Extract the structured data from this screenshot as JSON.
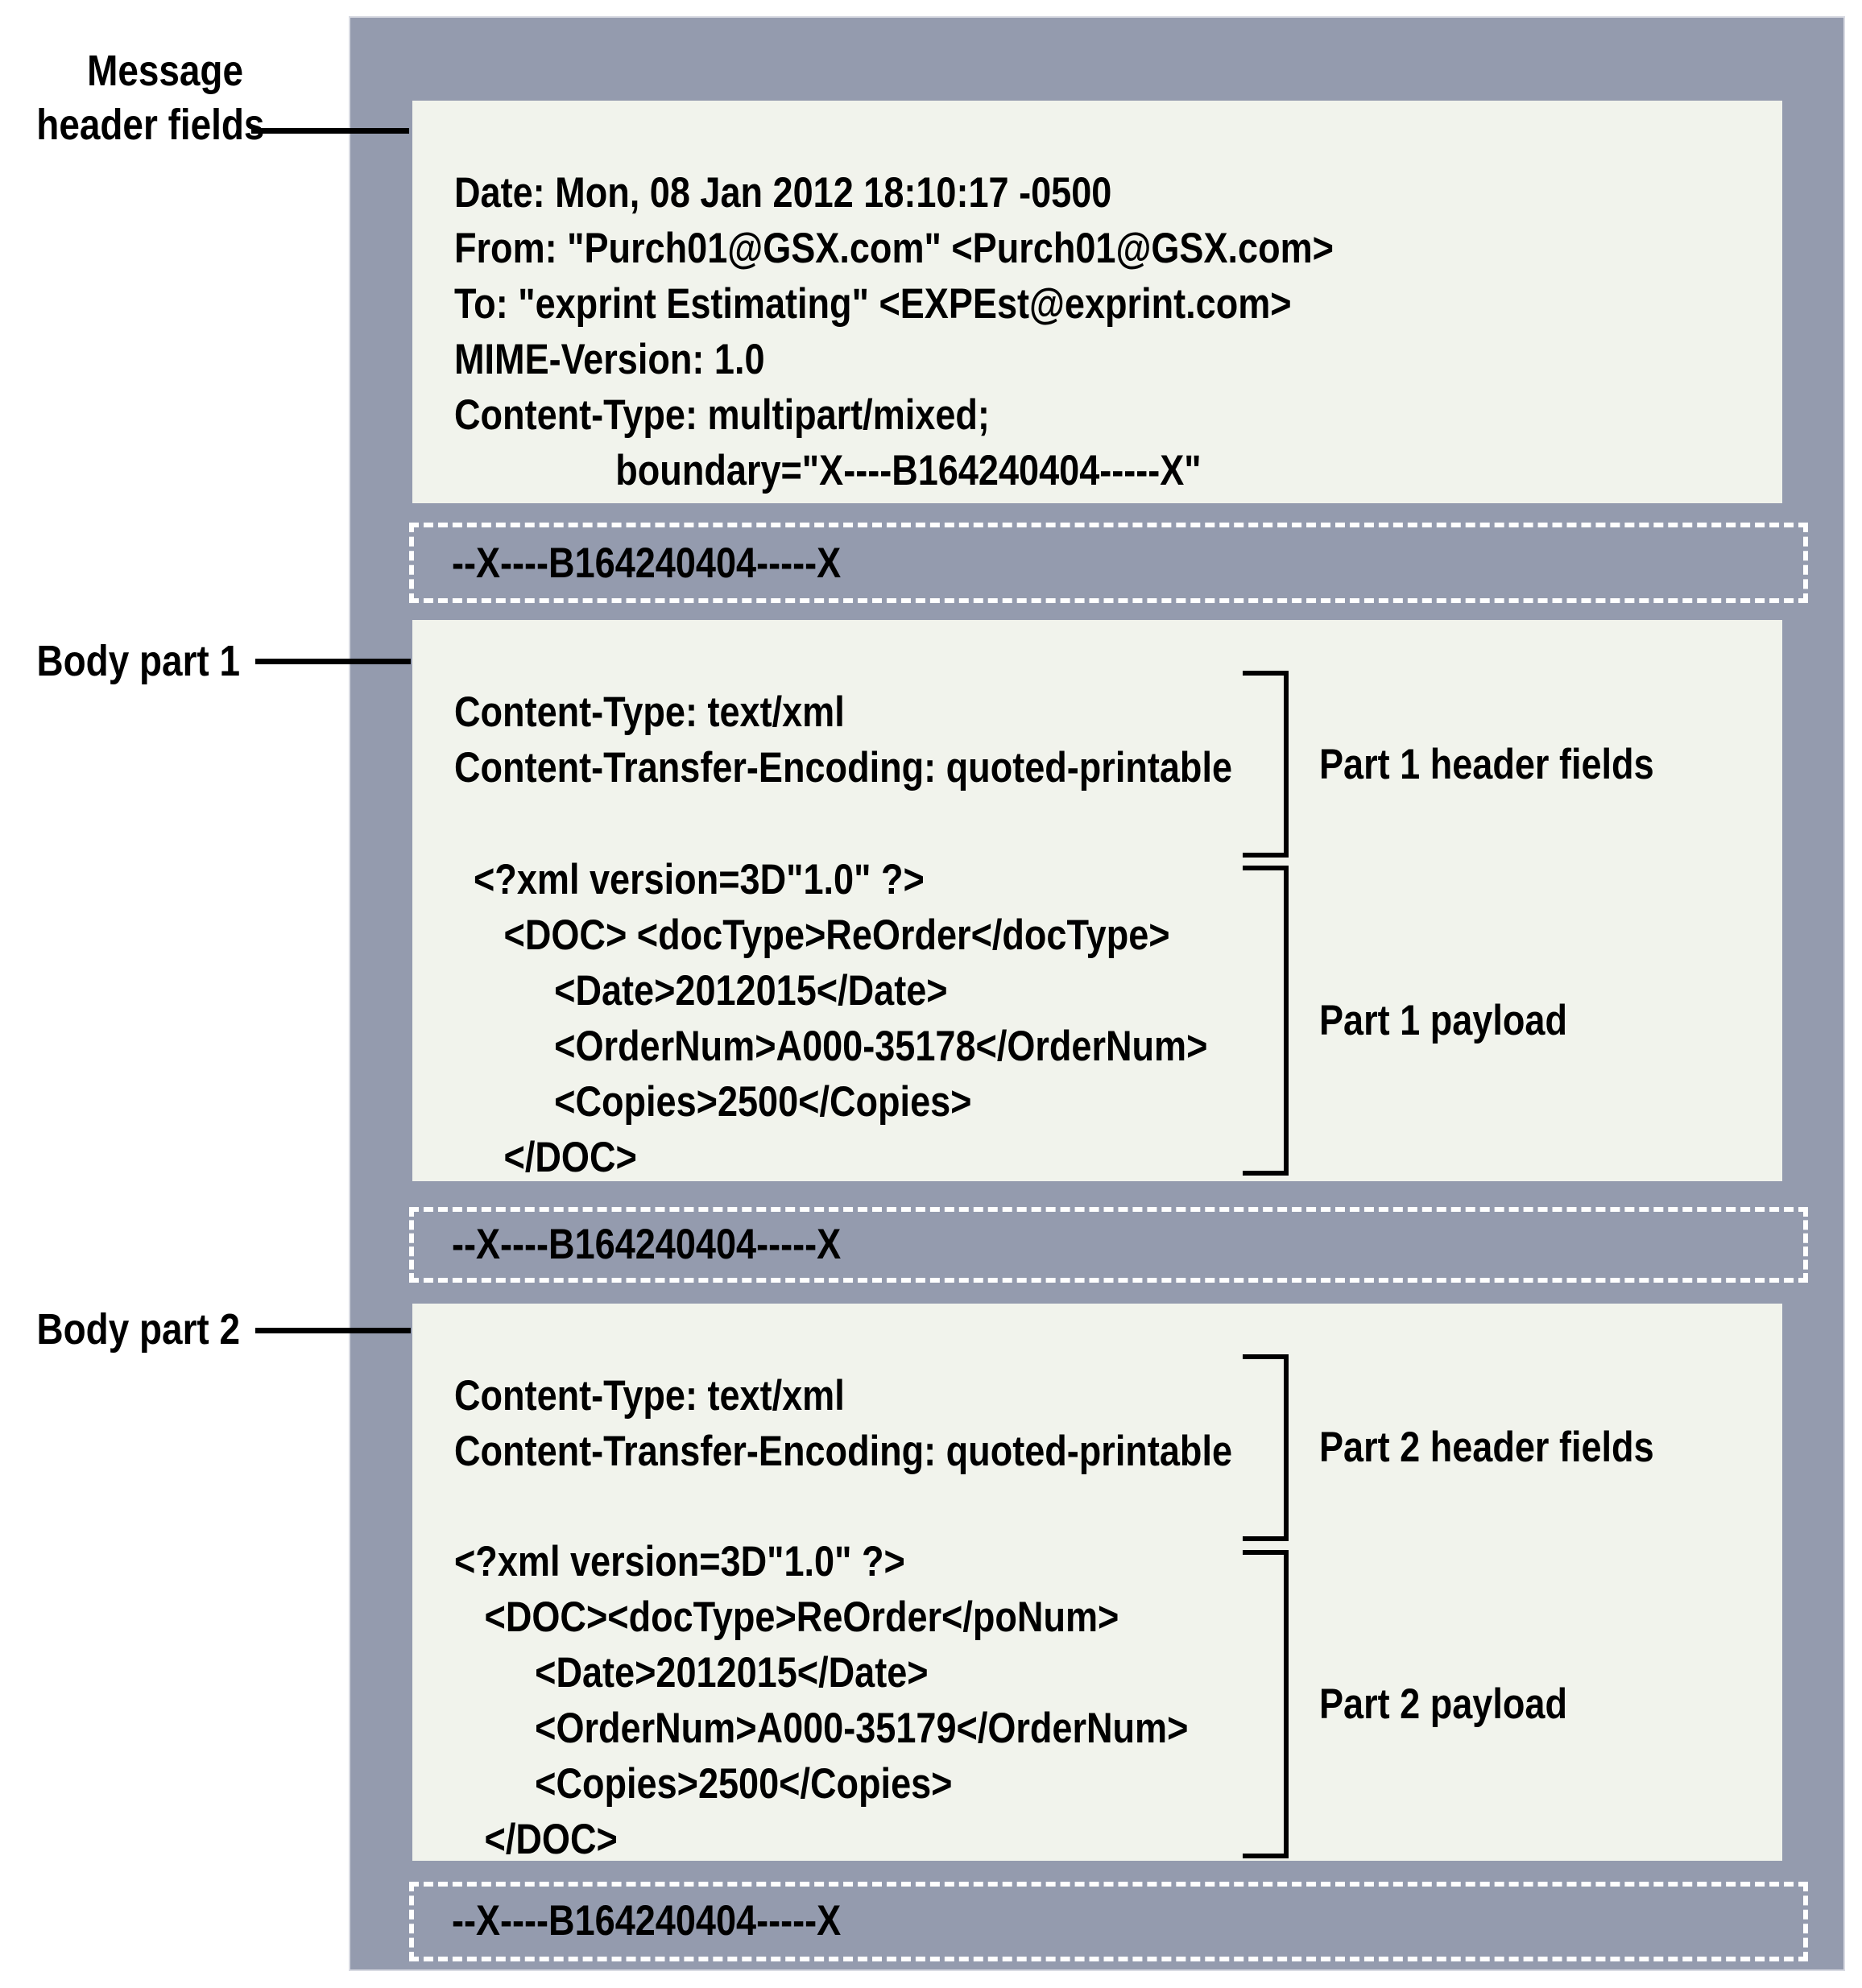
{
  "colors": {
    "panel_gray": "#949BAE",
    "paper": "#F1F3EC",
    "text": "#000000",
    "dash_border": "#FFFFFF"
  },
  "left_labels": {
    "message_header_fields": "Message\nheader fields",
    "body_part_1": "Body part 1",
    "body_part_2": "Body part 2"
  },
  "right_labels": {
    "part1_header_fields": "Part 1 header fields",
    "part1_payload": "Part 1 payload",
    "part2_header_fields": "Part 2 header fields",
    "part2_payload": "Part 2 payload"
  },
  "message_headers": "Date: Mon, 08 Jan 2012 18:10:17 -0500\nFrom: \"Purch01@GSX.com\" <Purch01@GSX.com>\nTo: \"exprint Estimating\" <EXPEst@exprint.com>\nMIME-Version: 1.0\nContent-Type: multipart/mixed;\n                boundary=\"X----B164240404-----X\"",
  "boundary_delimiter": "--X----B164240404-----X",
  "part1": {
    "headers": "Content-Type: text/xml\nContent-Transfer-Encoding: quoted-printable",
    "payload": "<?xml version=3D\"1.0\" ?>\n   <DOC> <docType>ReOrder</docType>\n        <Date>2012015</Date>\n        <OrderNum>A000-35178</OrderNum>\n        <Copies>2500</Copies>\n   </DOC>"
  },
  "part2": {
    "headers": "Content-Type: text/xml\nContent-Transfer-Encoding: quoted-printable",
    "payload": "<?xml version=3D\"1.0\" ?>\n   <DOC><docType>ReOrder</poNum>\n        <Date>2012015</Date>\n        <OrderNum>A000-35179</OrderNum>\n        <Copies>2500</Copies>\n   </DOC>"
  }
}
